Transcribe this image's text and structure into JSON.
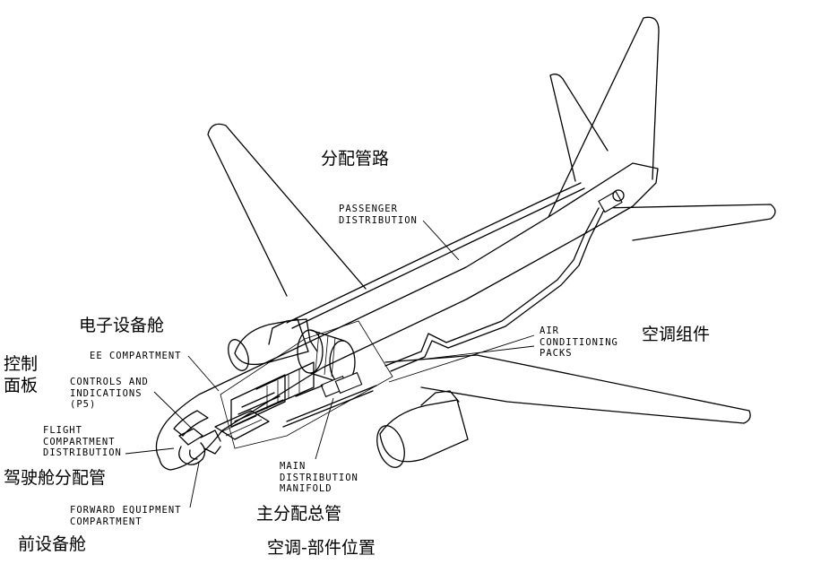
{
  "figure": {
    "caption_zh": "空调-部件位置",
    "labels_zh": {
      "distribution": "分配管路",
      "ee_bay": "电子设备舱",
      "control_panel": "控制\n面板",
      "flight_deck_duct": "驾驶舱分配管",
      "main_manifold": "主分配总管",
      "ac_packs": "空调组件",
      "fwd_equipment": "前设备舱"
    },
    "labels_en": {
      "passenger_distribution": "PASSENGER\nDISTRIBUTION",
      "ee_compartment": "EE COMPARTMENT",
      "controls_indications": "CONTROLS AND\nINDICATIONS\n(P5)",
      "flight_compartment": "FLIGHT\nCOMPARTMENT\nDISTRIBUTION",
      "main_distribution": "MAIN\nDISTRIBUTION\nMANIFOLD",
      "air_conditioning_packs": "AIR\nCONDITIONING\nPACKS",
      "forward_equipment": "FORWARD EQUIPMENT\nCOMPARTMENT"
    }
  },
  "colors": {
    "ink": "#000000",
    "paper": "#ffffff"
  }
}
